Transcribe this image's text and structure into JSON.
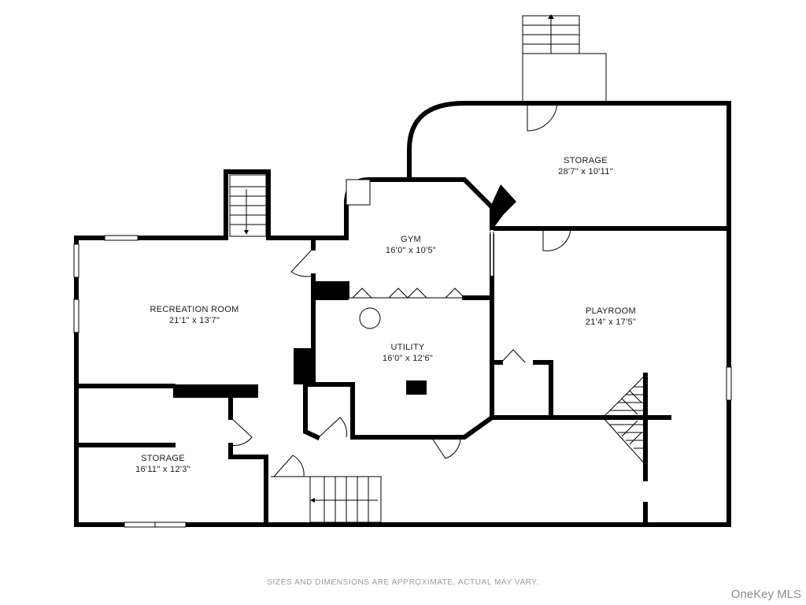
{
  "rooms": {
    "storage_top": {
      "name": "STORAGE",
      "dims": "28'7\" x 10'11\""
    },
    "gym": {
      "name": "GYM",
      "dims": "16'0\" x 10'5\""
    },
    "recreation": {
      "name": "RECREATION ROOM",
      "dims": "21'1\" x 13'7\""
    },
    "playroom": {
      "name": "PLAYROOM",
      "dims": "21'4\" x 17'5\""
    },
    "utility": {
      "name": "UTILITY",
      "dims": "16'0\" x 12'6\""
    },
    "storage_bottom": {
      "name": "STORAGE",
      "dims": "16'11\" x 12'3\""
    }
  },
  "footer": {
    "disclaimer": "SIZES AND DIMENSIONS ARE APPROXIMATE, ACTUAL MAY VARY.",
    "watermark": "OneKey MLS"
  }
}
